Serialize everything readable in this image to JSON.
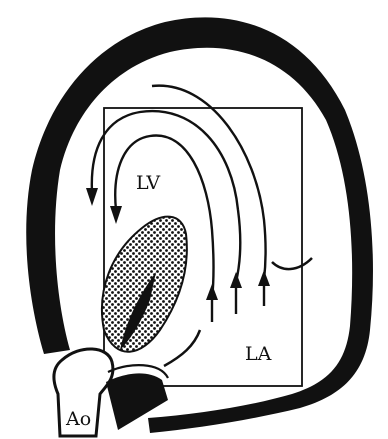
{
  "labels": {
    "lv": "LV",
    "la": "LA",
    "ao": "Ao"
  },
  "colors": {
    "ink": "#111111",
    "background": "#ffffff"
  },
  "icons": [
    "arrow-down-icon",
    "arrow-up-icon"
  ]
}
